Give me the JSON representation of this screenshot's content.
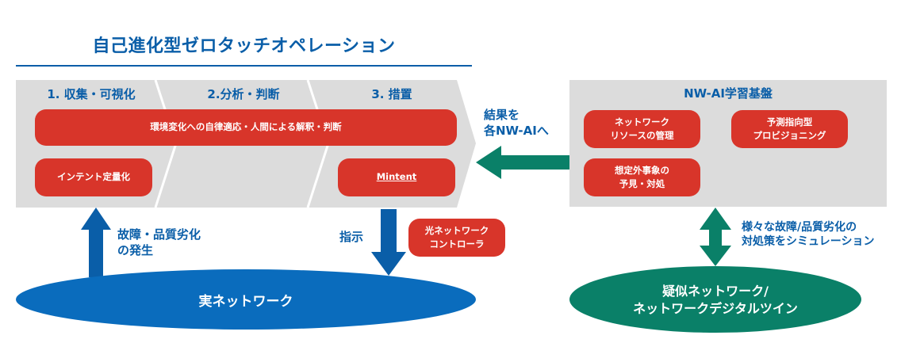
{
  "title": "自己進化型ゼロタッチオペレーション",
  "phases": [
    "1. 収集・可視化",
    "2.分析・判断",
    "3. 措置"
  ],
  "boxes": {
    "autonomous": "環境変化への自律適応・人間による解釈・判断",
    "intent": "インテント定量化",
    "mintent": "Mintent",
    "optical_line1": "光ネットワーク",
    "optical_line2": "コントローラ"
  },
  "nw_ai": {
    "title": "NW-AI学習基盤",
    "resource_line1": "ネットワーク",
    "resource_line2": "リソースの管理",
    "predictive_line1": "予測指向型",
    "predictive_line2": "プロビジョニング",
    "unexpected_line1": "想定外事象の",
    "unexpected_line2": "予見・対処"
  },
  "labels": {
    "result_line1": "結果を",
    "result_line2": "各NW-AIへ",
    "fault_line1": "故障・品質劣化",
    "fault_line2": "の発生",
    "instruction": "指示",
    "sim_line1": "様々な故障/品質劣化の",
    "sim_line2": "対処策をシミュレーション"
  },
  "ellipses": {
    "real": "実ネットワーク",
    "twin_line1": "疑似ネットワーク/",
    "twin_line2": "ネットワークデジタルツイン"
  },
  "colors": {
    "blue": "#0a5ea8",
    "red": "#d8352a",
    "green": "#0a8068",
    "grey": "#dcdcdc"
  }
}
